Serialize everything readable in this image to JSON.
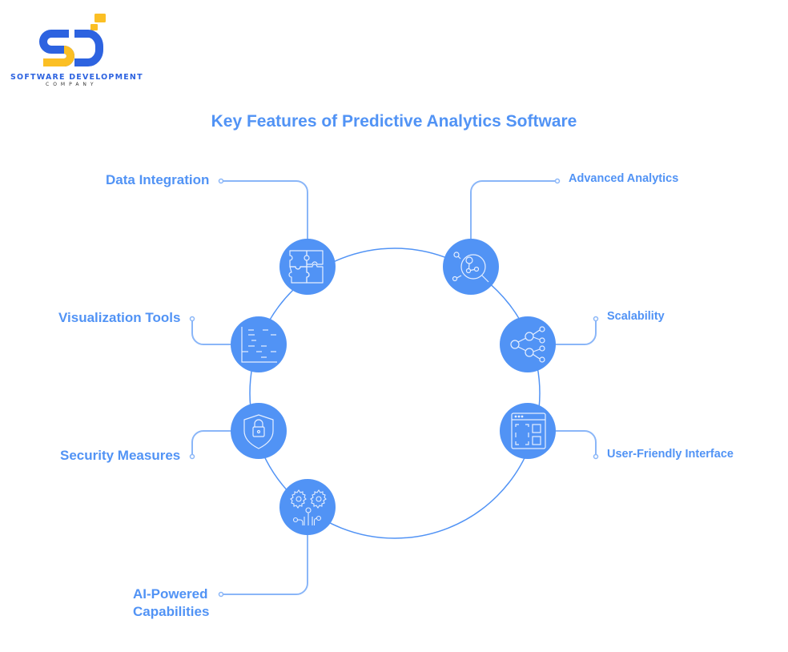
{
  "logo": {
    "text": "SOFTWARE DEVELOPMENT",
    "subtext": "COMPANY",
    "colors": {
      "blue": "#2d63e0",
      "yellow": "#fbbf24"
    }
  },
  "title": "Key Features of Predictive Analytics Software",
  "colors": {
    "accent": "#5193f5",
    "node_fill": "#5193f5",
    "line": "#8ab6f8",
    "icon_stroke": "#e6efff"
  },
  "features": [
    {
      "label": "Data Integration",
      "icon": "puzzle-icon"
    },
    {
      "label": "Advanced Analytics",
      "icon": "magnifier-network-icon"
    },
    {
      "label": "Visualization Tools",
      "icon": "chart-lines-icon"
    },
    {
      "label": "Scalability",
      "icon": "hierarchy-icon"
    },
    {
      "label": "Security Measures",
      "icon": "shield-lock-icon"
    },
    {
      "label": "User-Friendly Interface",
      "icon": "app-window-icon"
    },
    {
      "label_line1": "AI-Powered",
      "label_line2": "Capabilities",
      "icon": "gears-circuit-icon"
    }
  ]
}
